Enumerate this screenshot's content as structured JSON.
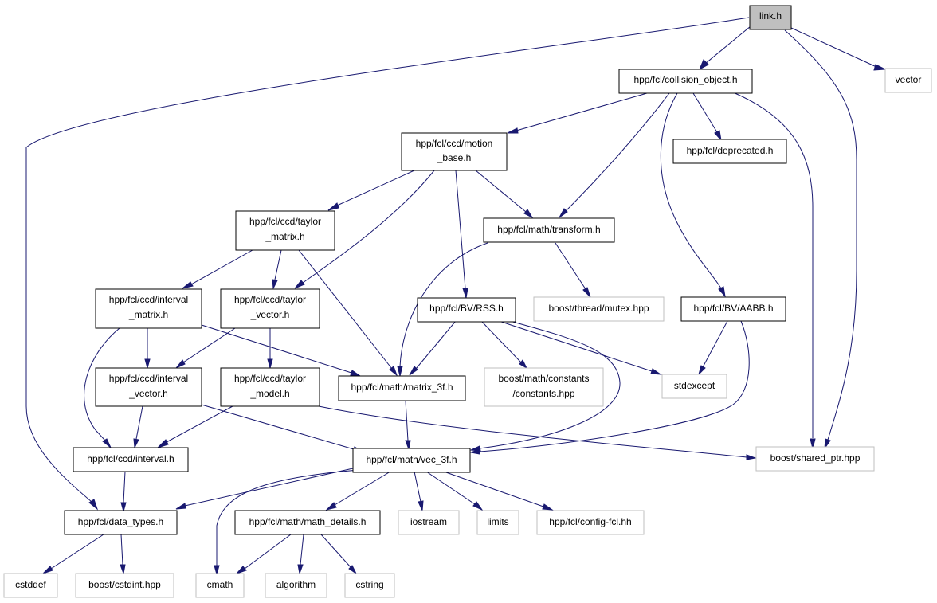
{
  "colors": {
    "edge": "#191970",
    "node_border": "#000000",
    "external_border": "#bfbfbf",
    "root_fill": "#bfbfbf"
  },
  "nodes": {
    "link": "link.h",
    "collision_object": "hpp/fcl/collision_object.h",
    "vector": "vector",
    "motion_base": [
      "hpp/fcl/ccd/motion",
      "_base.h"
    ],
    "deprecated": "hpp/fcl/deprecated.h",
    "taylor_matrix": [
      "hpp/fcl/ccd/taylor",
      "_matrix.h"
    ],
    "transform": "hpp/fcl/math/transform.h",
    "mutex": "boost/thread/mutex.hpp",
    "interval_matrix": [
      "hpp/fcl/ccd/interval",
      "_matrix.h"
    ],
    "taylor_vector": [
      "hpp/fcl/ccd/taylor",
      "_vector.h"
    ],
    "rss": "hpp/fcl/BV/RSS.h",
    "aabb": "hpp/fcl/BV/AABB.h",
    "interval_vector": [
      "hpp/fcl/ccd/interval",
      "_vector.h"
    ],
    "taylor_model": [
      "hpp/fcl/ccd/taylor",
      "_model.h"
    ],
    "matrix_3f": "hpp/fcl/math/matrix_3f.h",
    "constants": [
      "boost/math/constants",
      "/constants.hpp"
    ],
    "stdexcept": "stdexcept",
    "interval": "hpp/fcl/ccd/interval.h",
    "vec_3f": "hpp/fcl/math/vec_3f.h",
    "shared_ptr": "boost/shared_ptr.hpp",
    "data_types": "hpp/fcl/data_types.h",
    "math_details": "hpp/fcl/math/math_details.h",
    "iostream": "iostream",
    "limits": "limits",
    "config": "hpp/fcl/config-fcl.hh",
    "cstddef": "cstddef",
    "cstdint": "boost/cstdint.hpp",
    "cmath": "cmath",
    "algorithm": "algorithm",
    "cstring": "cstring"
  }
}
